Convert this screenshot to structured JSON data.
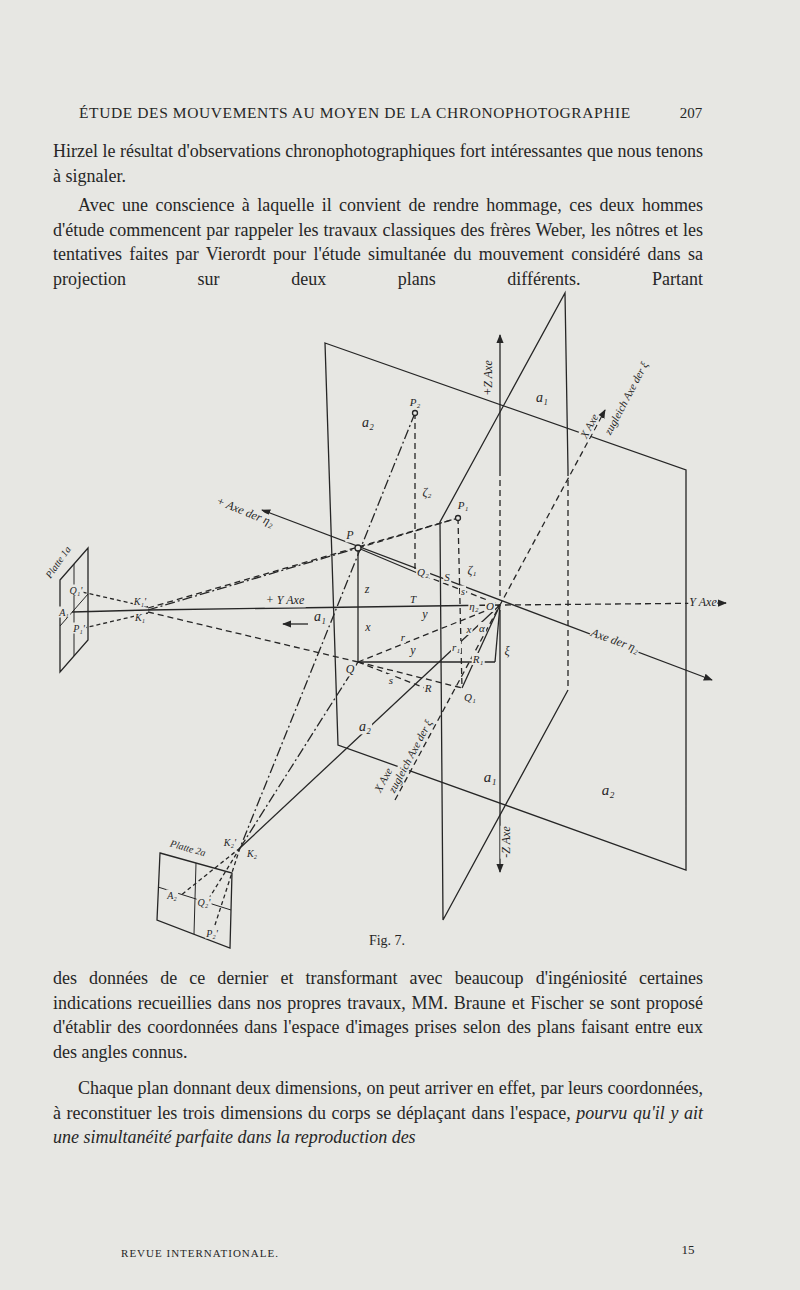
{
  "diagram": {
    "title": "ÉTUDE DES MOUVEMENTS AU MOYEN DE LA CHRONOPHOTOGRAPHIE",
    "caption": "Fig. 7.",
    "nodes": [
      {
        "text": [
          "Platte 1a",
          "Q₁'",
          "A₁",
          "P₁'"
        ]
      },
      {
        "text": [
          "Platte 2a",
          "A₂",
          "Q₂'",
          "P₂'"
        ]
      }
    ],
    "labels": [
      "207",
      "Hirzel le résultat d'observations chronophotographiques fort intéressantes que nous tenons à signaler.",
      "Avec une conscience à laquelle il convient de rendre hommage, ces deux hommes d'étude commencent par rappeler les travaux classiques des frères Weber, les nôtres et les tentatives faites par Vierordt pour l'étude simultanée du mouvement considéré dans sa projection sur deux plans différents. Partant",
      "+Z Axe",
      "a₁",
      "a₂",
      "P₂",
      "X Axe",
      "zugleich Axe der ξ",
      "ζ₂",
      "P₁",
      "+ Axe der η₂",
      "P",
      "Q₂",
      "S",
      "ζ₁",
      "s",
      "η₂",
      "O",
      "Y Axe",
      "+ Y Axe",
      "a₁",
      "K₁'",
      "K₁",
      "z",
      "T",
      "y",
      "x",
      "r",
      "x",
      "α",
      "y",
      "Q",
      "s",
      "R",
      "R₁",
      "r₁",
      "ξ",
      "Q₁",
      "Axe der η₂",
      "a₂",
      "X Axe",
      "zugleich Axe der ξ",
      "a₁",
      "a₂",
      "-Z Axe",
      "K₂'",
      "K₂",
      "des données de ce dernier et transformant avec beaucoup d'ingéniosité certaines indications recueillies dans nos propres travaux, MM. Braune et Fischer se sont proposé d'établir des coordonnées dans l'espace d'images prises selon des plans faisant entre eux des angles connus.",
      "Chaque plan donnant deux dimensions, on peut arriver en effet, par leurs coordonnées, à reconstituer les trois dimensions du corps se déplaçant dans l'espace,",
      "pourvu qu'il y ait une simultanéité parfaite dans la reproduction des",
      "REVUE INTERNATIONALE.",
      "15"
    ]
  }
}
